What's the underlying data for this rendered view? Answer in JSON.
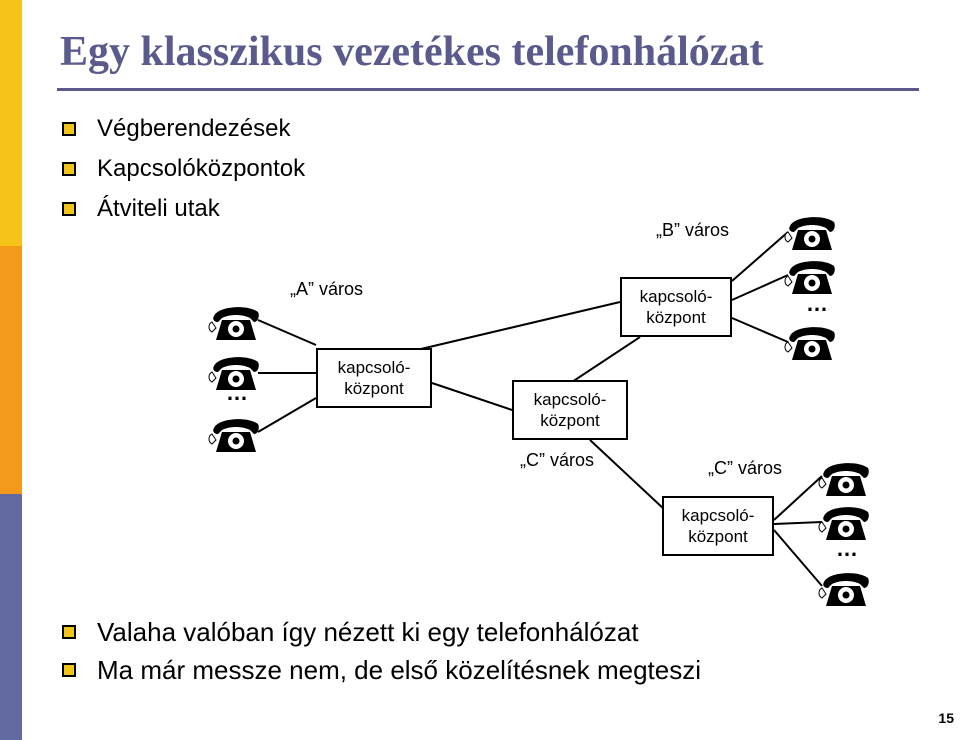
{
  "slide": {
    "title": "Egy klasszikus vezetékes telefonhálózat",
    "bullets_top": [
      "Végberendezések",
      "Kapcsolóközpontok",
      "Átviteli utak"
    ],
    "bullets_bottom": [
      "Valaha valóban így nézett ki egy telefonhálózat",
      "Ma már messze nem, de első közelítésnek megteszi"
    ],
    "page_number": "15",
    "colors": {
      "title": "#5a5a8c",
      "sidebar_yellow": "#f5c419",
      "sidebar_orange": "#f39a1a",
      "sidebar_blue": "#636aa2",
      "bullet_fill": "#f0c418"
    }
  },
  "diagram": {
    "city_a": "„A” város",
    "city_b": "„B” város",
    "city_c_left": "„C” város",
    "city_c_right": "„C” város",
    "switch_line1": "kapcsoló-",
    "switch_line2": "központ",
    "ellipsis": "…",
    "phone_icon": "rotary-telephone-icon"
  }
}
